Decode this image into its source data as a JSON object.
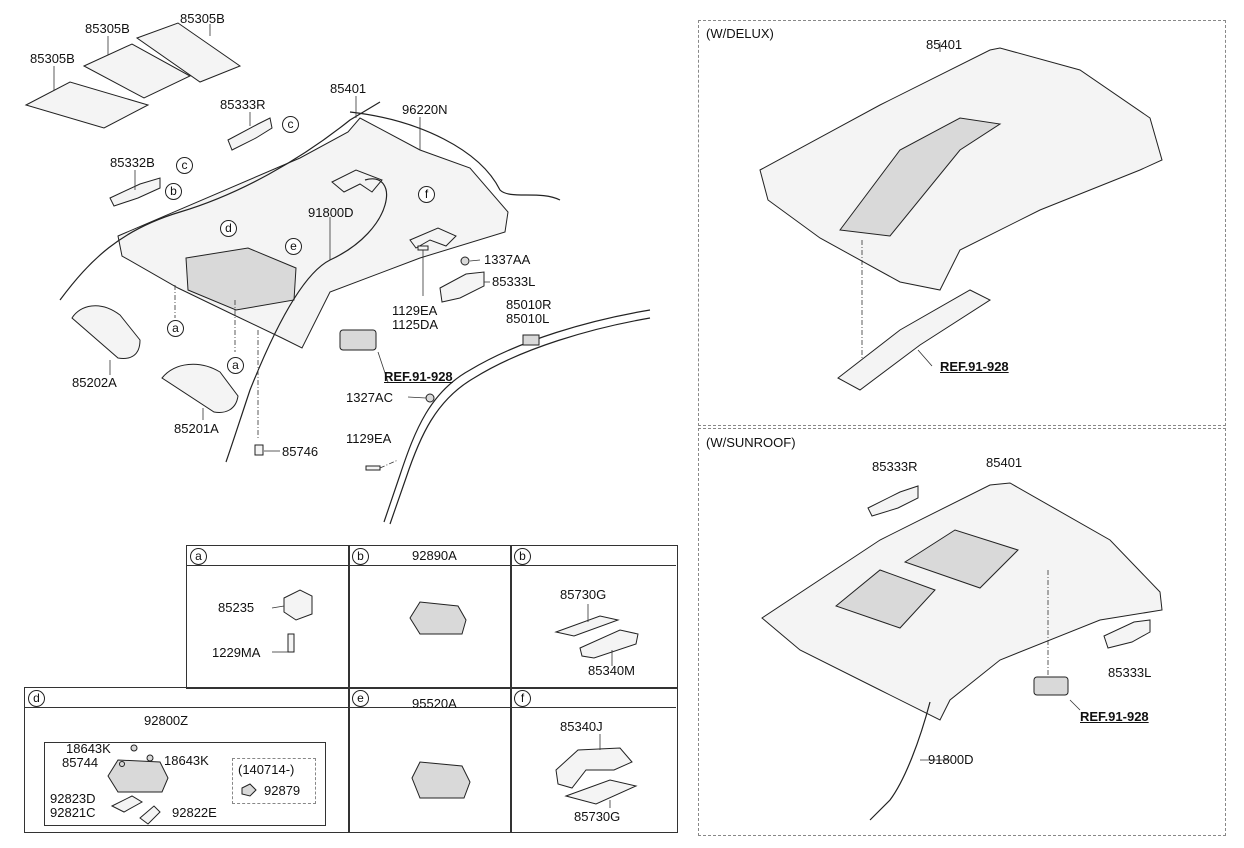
{
  "main_labels": {
    "p85305B_1": "85305B",
    "p85305B_2": "85305B",
    "p85305B_3": "85305B",
    "p85333R": "85333R",
    "p85401": "85401",
    "p96220N": "96220N",
    "p85332B": "85332B",
    "p91800D": "91800D",
    "p1337AA": "1337AA",
    "p85333L": "85333L",
    "p1129EA_1": "1129EA",
    "p1125DA": "1125DA",
    "p85010R": "85010R",
    "p85010L": "85010L",
    "ref_main": "REF.91-928",
    "p85202A": "85202A",
    "p1327AC": "1327AC",
    "p85201A": "85201A",
    "p1129EA_2": "1129EA",
    "p85746": "85746"
  },
  "callouts": {
    "c1": "c",
    "c2": "c",
    "b1": "b",
    "d1": "d",
    "e1": "e",
    "f1": "f",
    "a1": "a",
    "a2": "a"
  },
  "delux": {
    "title": "(W/DELUX)",
    "p85401": "85401",
    "ref": "REF.91-928"
  },
  "sunroof": {
    "title": "(W/SUNROOF)",
    "p85333R": "85333R",
    "p85401": "85401",
    "p85333L": "85333L",
    "ref": "REF.91-928",
    "p91800D": "91800D"
  },
  "table": {
    "a": {
      "key": "a",
      "p85235": "85235",
      "p1229MA": "1229MA"
    },
    "b1": {
      "key": "b",
      "part": "92890A"
    },
    "b2": {
      "key": "b",
      "p85730G": "85730G",
      "p85340M": "85340M"
    },
    "d": {
      "key": "d",
      "part": "92800Z",
      "p18643K_1": "18643K",
      "p18643K_2": "18643K",
      "p85744": "85744",
      "date": "(140714-)",
      "p92879": "92879",
      "p92823D": "92823D",
      "p92821C": "92821C",
      "p92822E": "92822E"
    },
    "e": {
      "key": "e",
      "part": "95520A"
    },
    "f": {
      "key": "f",
      "p85340J": "85340J",
      "p85730G": "85730G"
    }
  }
}
